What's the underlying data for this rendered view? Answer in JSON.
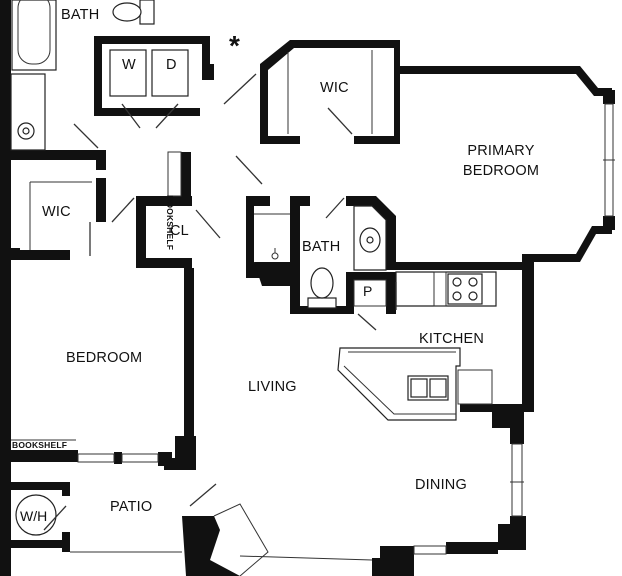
{
  "rooms": {
    "bath_top": "BATH",
    "washer": "W",
    "dryer": "D",
    "asterisk": "*",
    "wic_primary": "WIC",
    "primary_bedroom_line1": "PRIMARY",
    "primary_bedroom_line2": "BEDROOM",
    "bookshelf_vertical": "BOOKSHELF",
    "wic_left": "WIC",
    "closet": "CL",
    "bath_center": "BATH",
    "pantry": "P",
    "kitchen": "KITCHEN",
    "bedroom": "BEDROOM",
    "living": "LIVING",
    "bookshelf_bottom": "BOOKSHELF",
    "dining": "DINING",
    "water_heater": "W/H",
    "patio": "PATIO"
  }
}
